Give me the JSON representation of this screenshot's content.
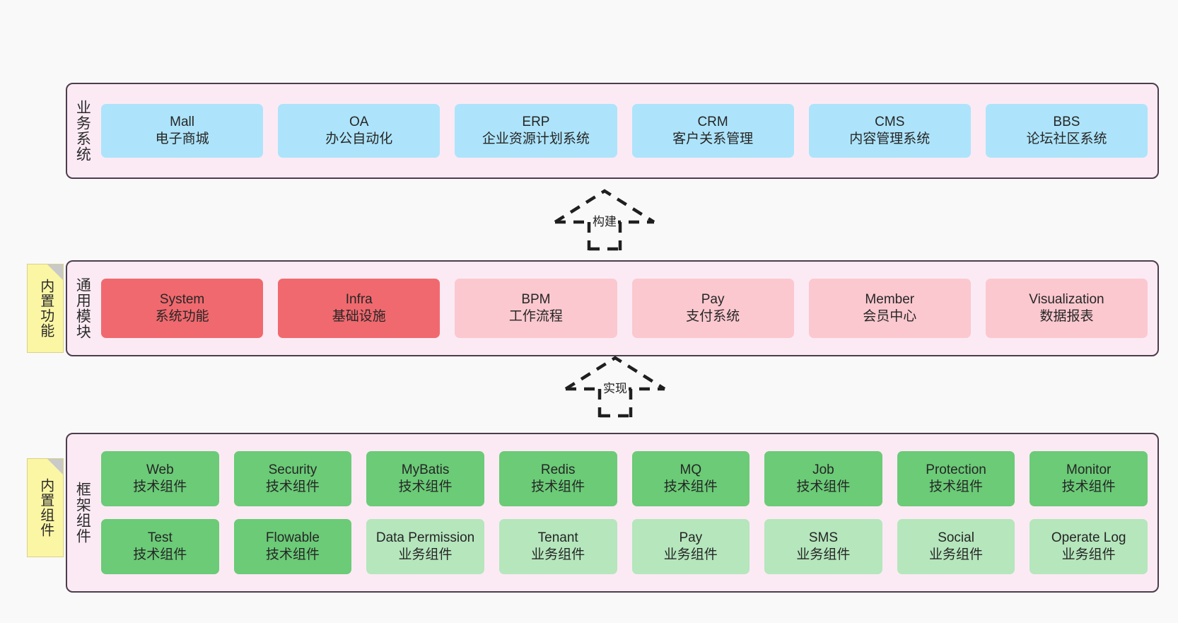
{
  "diagram": {
    "background": "#f9f9f9",
    "layer_fill": "#fbeaf4",
    "layer_border": "#4d3d4d",
    "note_fill": "#fbf6a4"
  },
  "notes": [
    {
      "label": "内置功能",
      "name": "note-builtin-features"
    },
    {
      "label": "内置组件",
      "name": "note-builtin-components"
    }
  ],
  "connectors": [
    {
      "label": "构建",
      "name": "connector-build"
    },
    {
      "label": "实现",
      "name": "connector-implement"
    }
  ],
  "layers": [
    {
      "title": "业务系统",
      "name": "layer-business-systems",
      "color": "#ade4fb",
      "rows": [
        [
          {
            "t1": "Mall",
            "t2": "电子商城",
            "color": "#ade4fb"
          },
          {
            "t1": "OA",
            "t2": "办公自动化",
            "color": "#ade4fb"
          },
          {
            "t1": "ERP",
            "t2": "企业资源计划系统",
            "color": "#ade4fb"
          },
          {
            "t1": "CRM",
            "t2": "客户关系管理",
            "color": "#ade4fb"
          },
          {
            "t1": "CMS",
            "t2": "内容管理系统",
            "color": "#ade4fb"
          },
          {
            "t1": "BBS",
            "t2": "论坛社区系统",
            "color": "#ade4fb"
          }
        ]
      ]
    },
    {
      "title": "通用模块",
      "name": "layer-common-modules",
      "color": "#f0696e",
      "rows": [
        [
          {
            "t1": "System",
            "t2": "系统功能",
            "color": "#f0696e"
          },
          {
            "t1": "Infra",
            "t2": "基础设施",
            "color": "#f0696e"
          },
          {
            "t1": "BPM",
            "t2": "工作流程",
            "color": "#fbc8cf"
          },
          {
            "t1": "Pay",
            "t2": "支付系统",
            "color": "#fbc8cf"
          },
          {
            "t1": "Member",
            "t2": "会员中心",
            "color": "#fbc8cf"
          },
          {
            "t1": "Visualization",
            "t2": "数据报表",
            "color": "#fbc8cf"
          }
        ]
      ]
    },
    {
      "title": "框架组件",
      "name": "layer-framework-components",
      "color": "#6bcb77",
      "rows": [
        [
          {
            "t1": "Web",
            "t2": "技术组件",
            "color": "#6bcb77"
          },
          {
            "t1": "Security",
            "t2": "技术组件",
            "color": "#6bcb77"
          },
          {
            "t1": "MyBatis",
            "t2": "技术组件",
            "color": "#6bcb77"
          },
          {
            "t1": "Redis",
            "t2": "技术组件",
            "color": "#6bcb77"
          },
          {
            "t1": "MQ",
            "t2": "技术组件",
            "color": "#6bcb77"
          },
          {
            "t1": "Job",
            "t2": "技术组件",
            "color": "#6bcb77"
          },
          {
            "t1": "Protection",
            "t2": "技术组件",
            "color": "#6bcb77"
          },
          {
            "t1": "Monitor",
            "t2": "技术组件",
            "color": "#6bcb77"
          }
        ],
        [
          {
            "t1": "Test",
            "t2": "技术组件",
            "color": "#6bcb77"
          },
          {
            "t1": "Flowable",
            "t2": "技术组件",
            "color": "#6bcb77"
          },
          {
            "t1": "Data Permission",
            "t2": "业务组件",
            "color": "#b5e6bc",
            "wrap": true
          },
          {
            "t1": "Tenant",
            "t2": "业务组件",
            "color": "#b5e6bc"
          },
          {
            "t1": "Pay",
            "t2": "业务组件",
            "color": "#b5e6bc"
          },
          {
            "t1": "SMS",
            "t2": "业务组件",
            "color": "#b5e6bc"
          },
          {
            "t1": "Social",
            "t2": "业务组件",
            "color": "#b5e6bc"
          },
          {
            "t1": "Operate Log",
            "t2": "业务组件",
            "color": "#b5e6bc"
          }
        ]
      ]
    }
  ]
}
